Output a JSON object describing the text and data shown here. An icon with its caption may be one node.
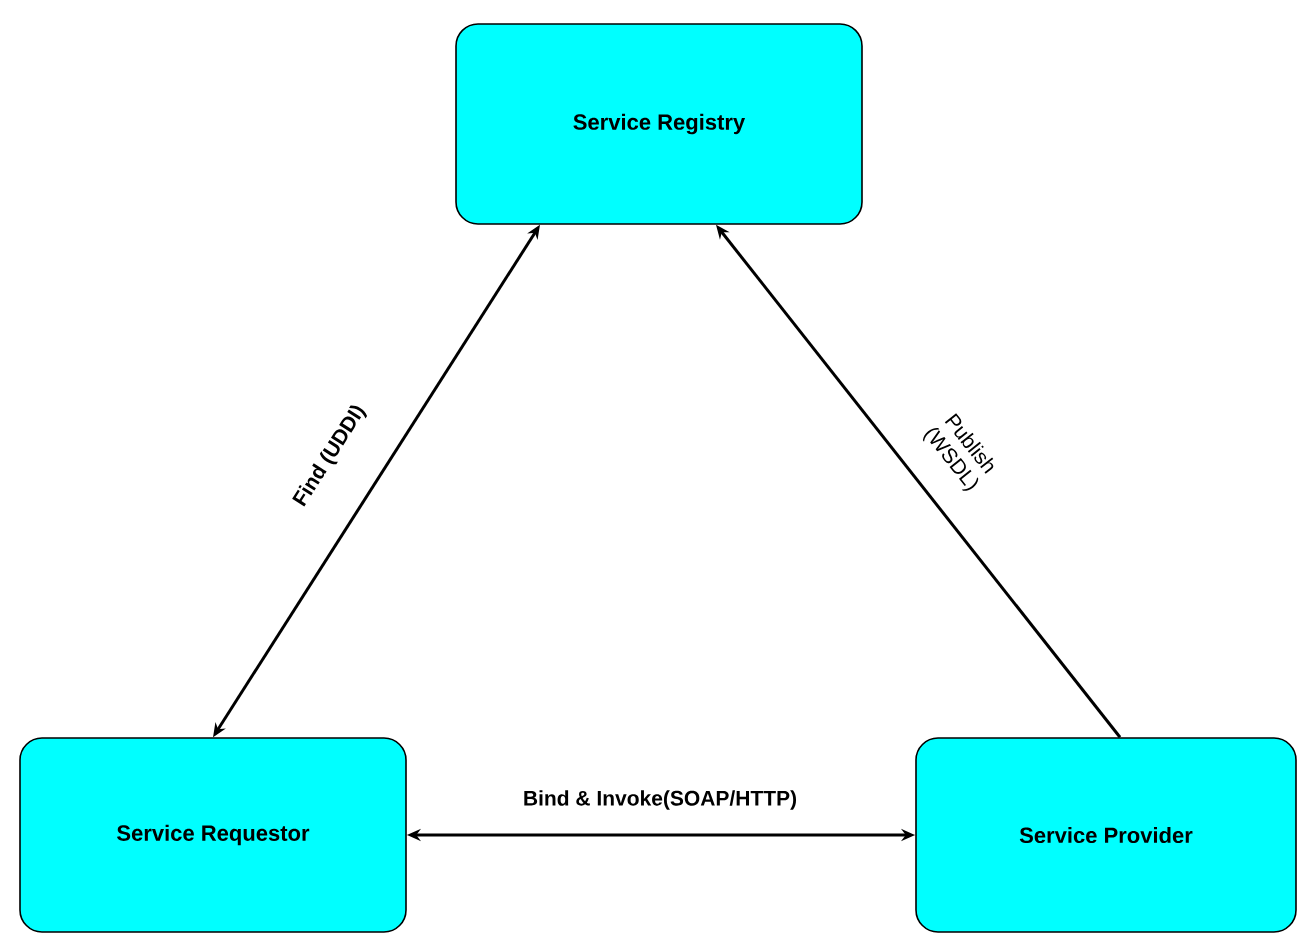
{
  "diagram": {
    "nodes": [
      {
        "text": [
          "Service Registry"
        ]
      },
      {
        "text": [
          "Service Requestor"
        ]
      },
      {
        "text": [
          "Service Provider"
        ]
      }
    ],
    "edges": [
      {
        "from": 1,
        "to": 0,
        "arrow": "both",
        "label": "Find (UDDI)"
      },
      {
        "from": 2,
        "to": 0,
        "arrow": "to",
        "label": "Publish (WSDL)"
      },
      {
        "from": 1,
        "to": 2,
        "arrow": "both",
        "label": "Bind & Invoke(SOAP/HTTP)"
      }
    ]
  }
}
